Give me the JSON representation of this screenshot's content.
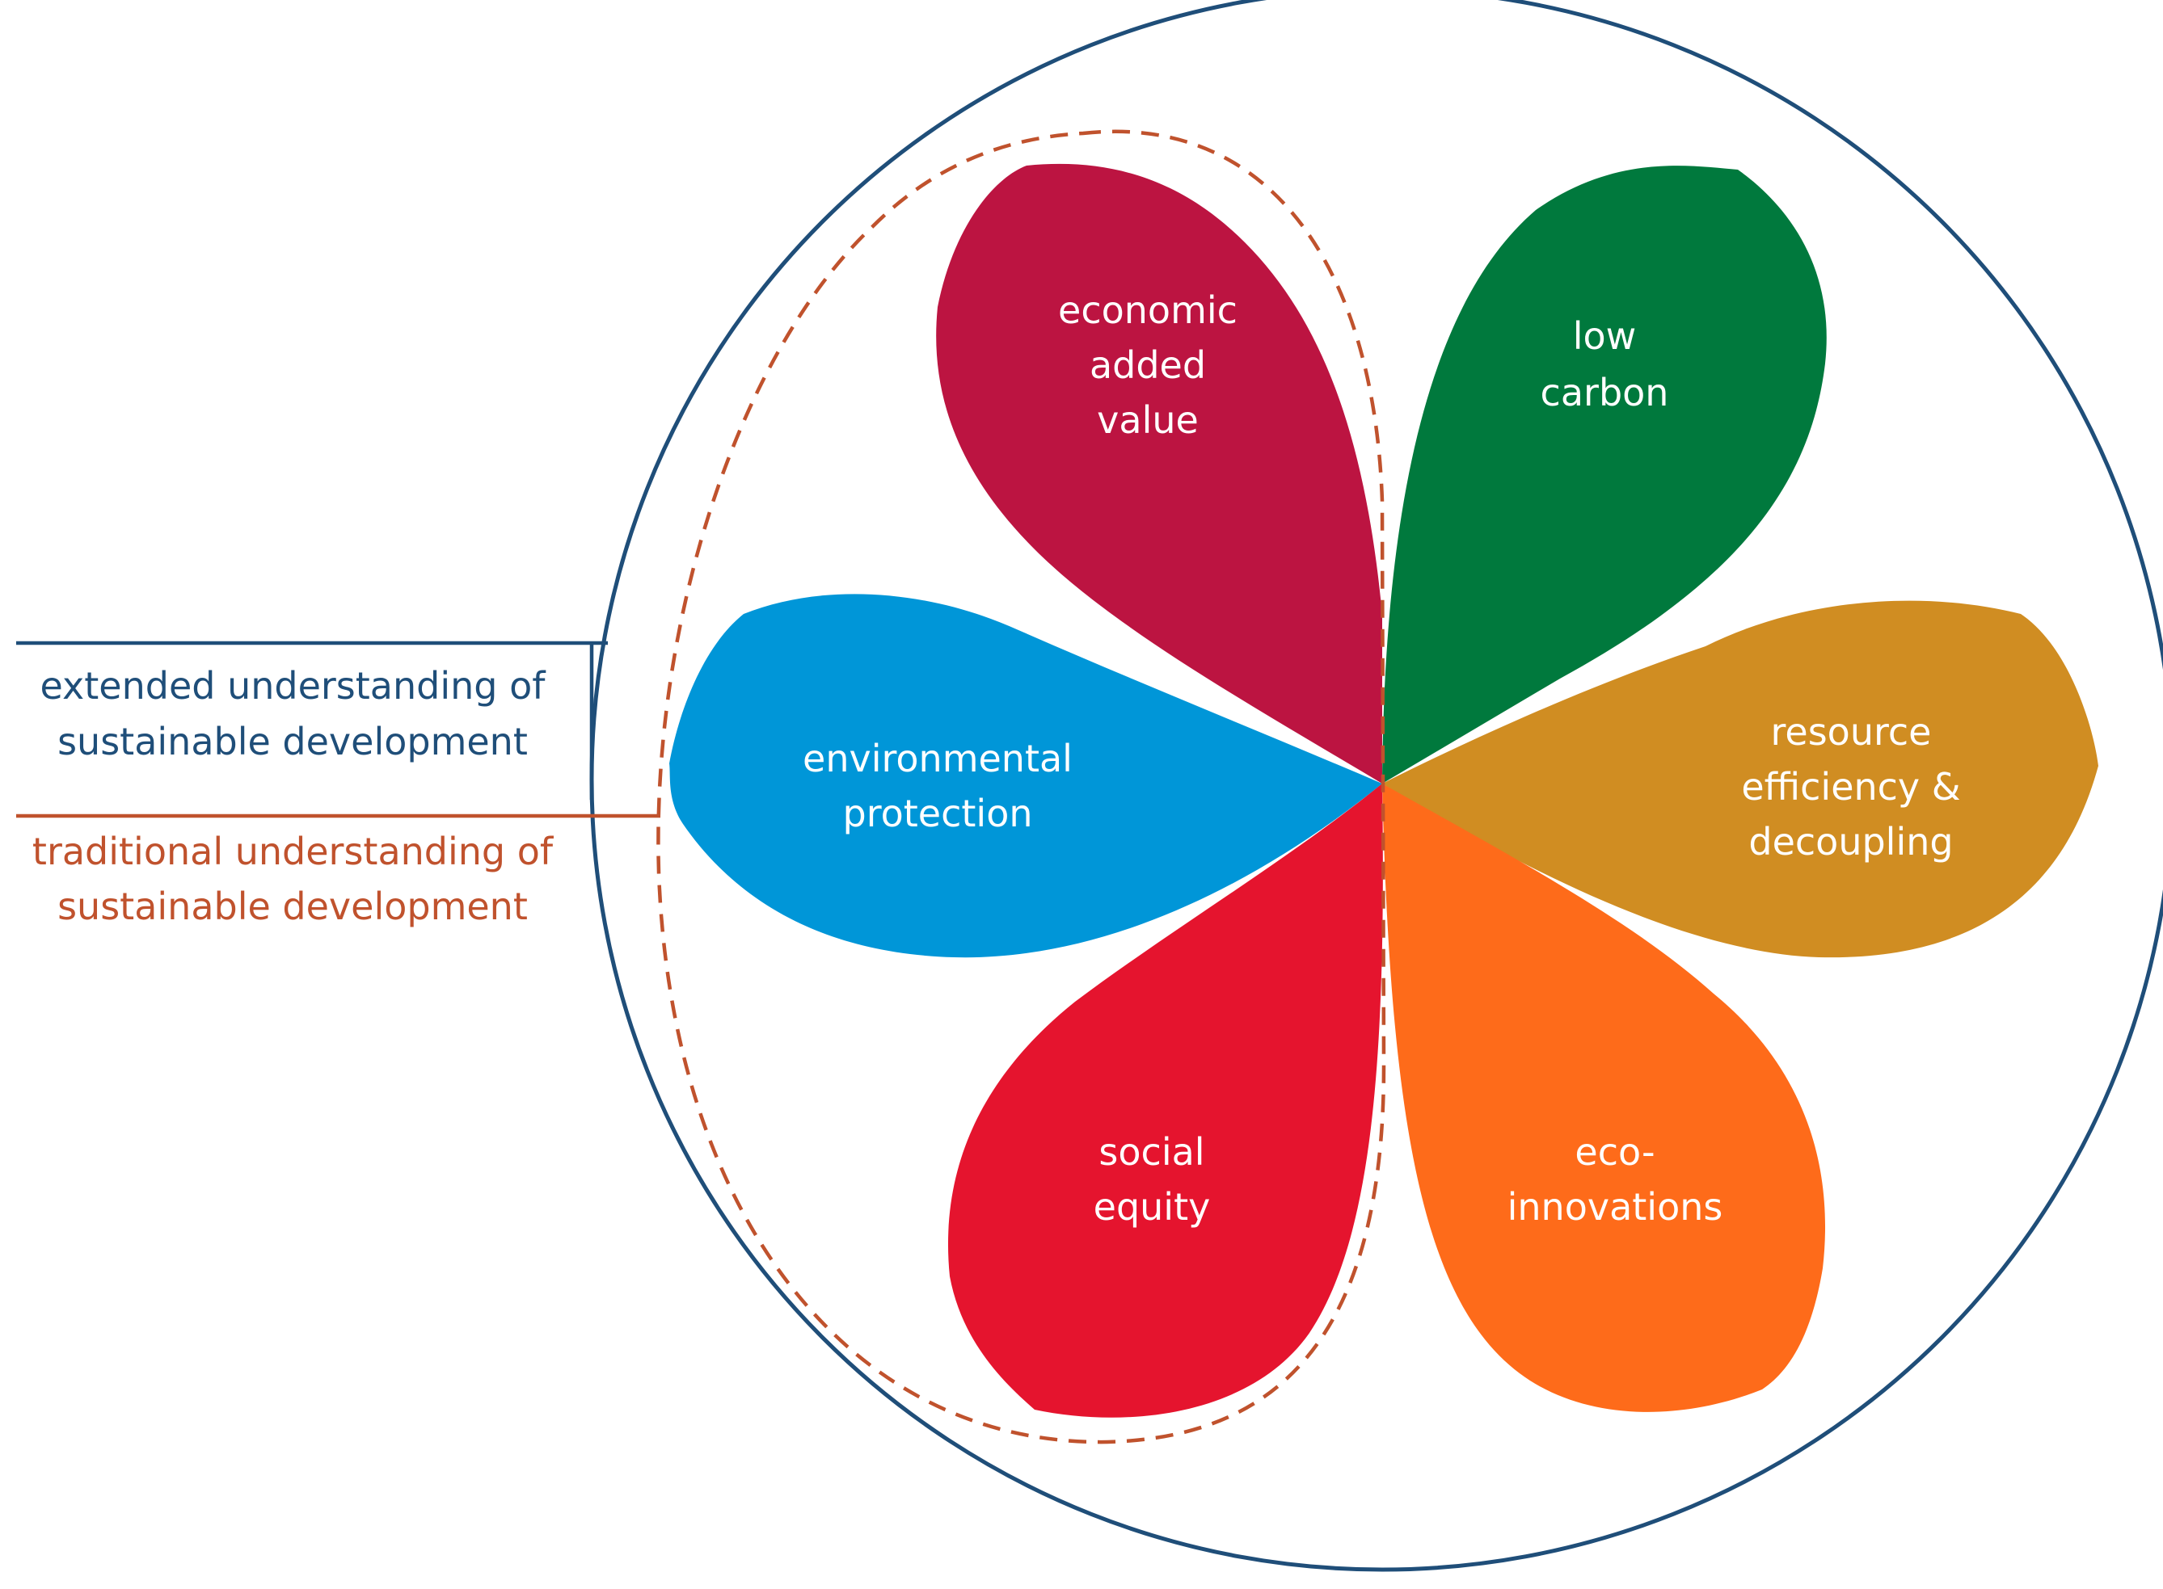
{
  "colors": {
    "outer_circle": "#1f4e79",
    "dashed_boundary": "#c0522d",
    "extended_text": "#1f4e79",
    "traditional_text": "#c0522d",
    "label_text": "#ffffff"
  },
  "legend": {
    "extended": {
      "line1": "extended understanding of",
      "line2": "sustainable development"
    },
    "traditional": {
      "line1": "traditional understanding of",
      "line2": "sustainable development"
    }
  },
  "petals": [
    {
      "id": "economic",
      "lines": [
        "economic",
        "added",
        "value"
      ],
      "color": "#bc1441"
    },
    {
      "id": "low-carbon",
      "lines": [
        "low",
        "carbon"
      ],
      "color": "#00793d"
    },
    {
      "id": "resource",
      "lines": [
        "resource",
        "efficiency &",
        "decoupling"
      ],
      "color": "#d08d22"
    },
    {
      "id": "eco-innovations",
      "lines": [
        "eco-",
        "innovations"
      ],
      "color": "#fe6b1a"
    },
    {
      "id": "social",
      "lines": [
        "social",
        "equity"
      ],
      "color": "#e5142e"
    },
    {
      "id": "environmental",
      "lines": [
        "environmental",
        "protection"
      ],
      "color": "#0096d8"
    }
  ]
}
